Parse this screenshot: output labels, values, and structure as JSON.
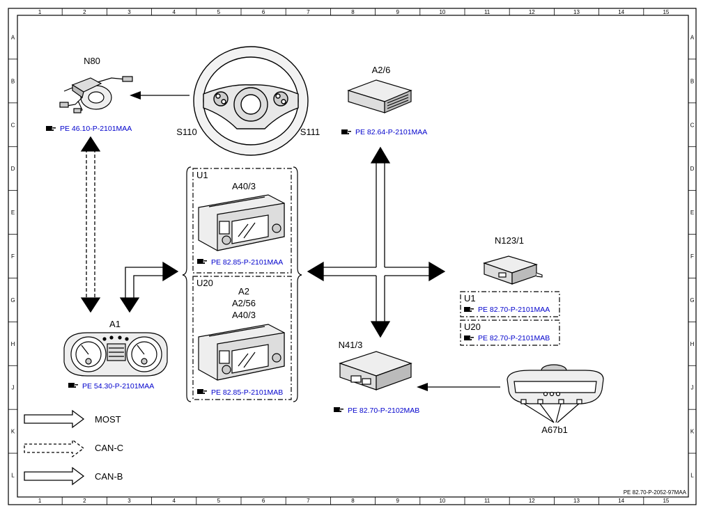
{
  "grid": {
    "columns": [
      "1",
      "2",
      "3",
      "4",
      "5",
      "6",
      "7",
      "8",
      "9",
      "10",
      "11",
      "12",
      "13",
      "14",
      "15"
    ],
    "rows": [
      "A",
      "B",
      "C",
      "D",
      "E",
      "F",
      "G",
      "H",
      "J",
      "K",
      "L"
    ]
  },
  "components": {
    "n80": {
      "label": "N80",
      "ref": "PE 46.10-P-2101MAA"
    },
    "s110": {
      "label": "S110"
    },
    "s111": {
      "label": "S111"
    },
    "a26": {
      "label": "A2/6",
      "ref": "PE 82.64-P-2101MAA"
    },
    "u1": {
      "group": "U1",
      "label": "A40/3",
      "ref": "PE 82.85-P-2101MAA"
    },
    "u20": {
      "group": "U20",
      "label1": "A2",
      "label2": "A2/56",
      "label3": "A40/3",
      "ref": "PE 82.85-P-2101MAB"
    },
    "a1": {
      "label": "A1",
      "ref": "PE 54.30-P-2101MAA"
    },
    "n123": {
      "label": "N123/1",
      "u1_group": "U1",
      "u1_ref": "PE 82.70-P-2101MAA",
      "u20_group": "U20",
      "u20_ref": "PE 82.70-P-2101MAB"
    },
    "n413": {
      "label": "N41/3",
      "ref": "PE 82.70-P-2102MAB"
    },
    "a67": {
      "label": "A67b1"
    }
  },
  "legend": {
    "most": "MOST",
    "canc": "CAN-C",
    "canb": "CAN-B"
  },
  "doc_id": "PE 82.70-P-2052-97MAA",
  "colors": {
    "line": "#000000",
    "ref_text": "#0000cc",
    "background": "#ffffff"
  },
  "icons": {
    "ref": "pointing-hand-icon"
  }
}
